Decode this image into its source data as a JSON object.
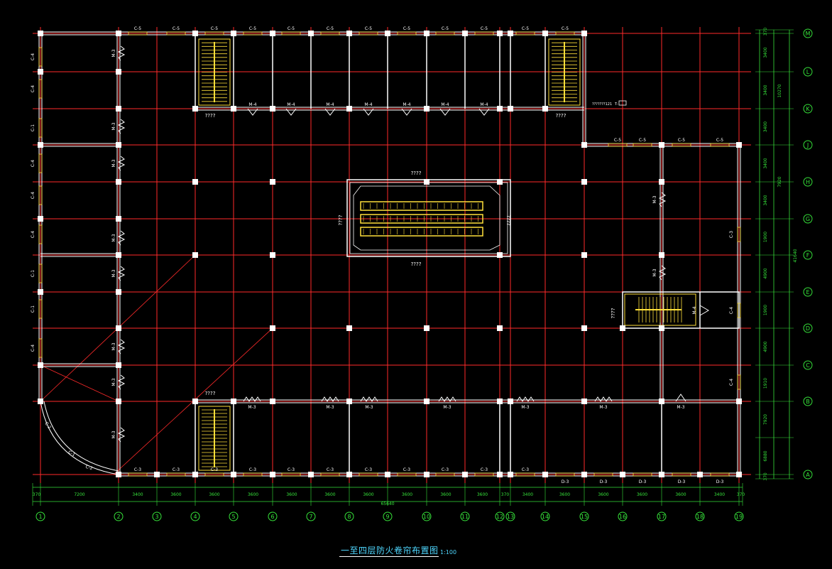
{
  "drawing": {
    "title": "一至四层防火卷帘布置图",
    "scale": "1:100",
    "colors": {
      "background": "#000000",
      "grid": "#ff2a2a",
      "wall": "#ffffff",
      "column": "#ffffff",
      "stair": "#ffe03a",
      "dimension": "#36e23a",
      "axis_text": "#36e23a",
      "label": "#ffffff"
    },
    "column_axes": [
      "1",
      "2",
      "3",
      "4",
      "5",
      "6",
      "7",
      "8",
      "9",
      "10",
      "11",
      "12",
      "13",
      "14",
      "15",
      "16",
      "17",
      "18",
      "19"
    ],
    "row_axes": [
      "M",
      "L",
      "K",
      "J",
      "H",
      "G",
      "F",
      "E",
      "D",
      "C",
      "B",
      "A"
    ],
    "bottom_dims": [
      "370",
      "7200",
      "3400",
      "3600",
      "3600",
      "3600",
      "3600",
      "3600",
      "3600",
      "3600",
      "3600",
      "3600",
      "370",
      "3400",
      "3600",
      "3600",
      "3600",
      "3600",
      "3400",
      "370"
    ],
    "total_width": "65640",
    "right_dims": [
      "370",
      "3400",
      "3400",
      "3400",
      "3400",
      "3400",
      "1900",
      "4900",
      "1900",
      "4900",
      "1910",
      "7920",
      "6880",
      "370"
    ],
    "right_subtotals": [
      "10270",
      "7920",
      "41640"
    ],
    "window_top": "C-5",
    "window_bottom": "C-3",
    "window_bottom_right": "D-3",
    "window_left": [
      "C-4",
      "C-4",
      "C-1",
      "C-4",
      "C-4",
      "C-4",
      "C-1",
      "C-1",
      "C-4"
    ],
    "window_curve": [
      "C-2",
      "C-1",
      "C-2"
    ],
    "window_right": [
      "C-3",
      "C-4",
      "C-4"
    ],
    "door_m3": "M-3",
    "door_m4": "M-4",
    "door_note": "M-4",
    "unknown_label": "????",
    "equipment_note": "???????121",
    "equipment_tag": "T-"
  }
}
